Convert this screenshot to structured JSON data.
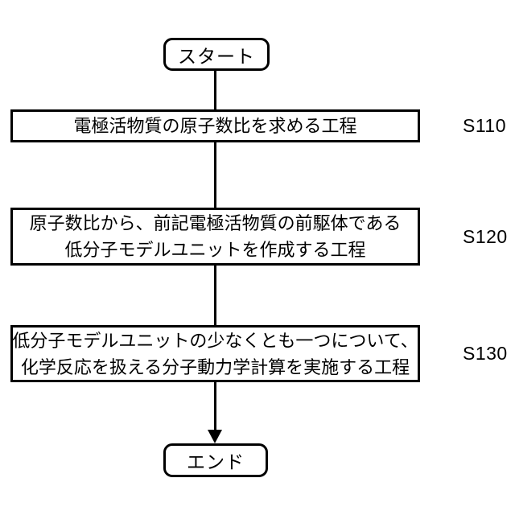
{
  "flowchart": {
    "title": "molecular dynamics process flowchart",
    "start": {
      "label": "スタート"
    },
    "end": {
      "label": "エンド"
    },
    "steps": [
      {
        "id": "S110",
        "lines": [
          "電極活物質の原子数比を求める工程"
        ]
      },
      {
        "id": "S120",
        "lines": [
          "原子数比から、前記電極活物質の前駆体である",
          "低分子モデルユニットを作成する工程"
        ]
      },
      {
        "id": "S130",
        "lines": [
          "低分子モデルユニットの少なくとも一つについて、",
          "化学反応を扱える分子動力学計算を実施する工程"
        ]
      }
    ],
    "colors": {
      "stroke": "#000000",
      "background": "#ffffff"
    }
  }
}
